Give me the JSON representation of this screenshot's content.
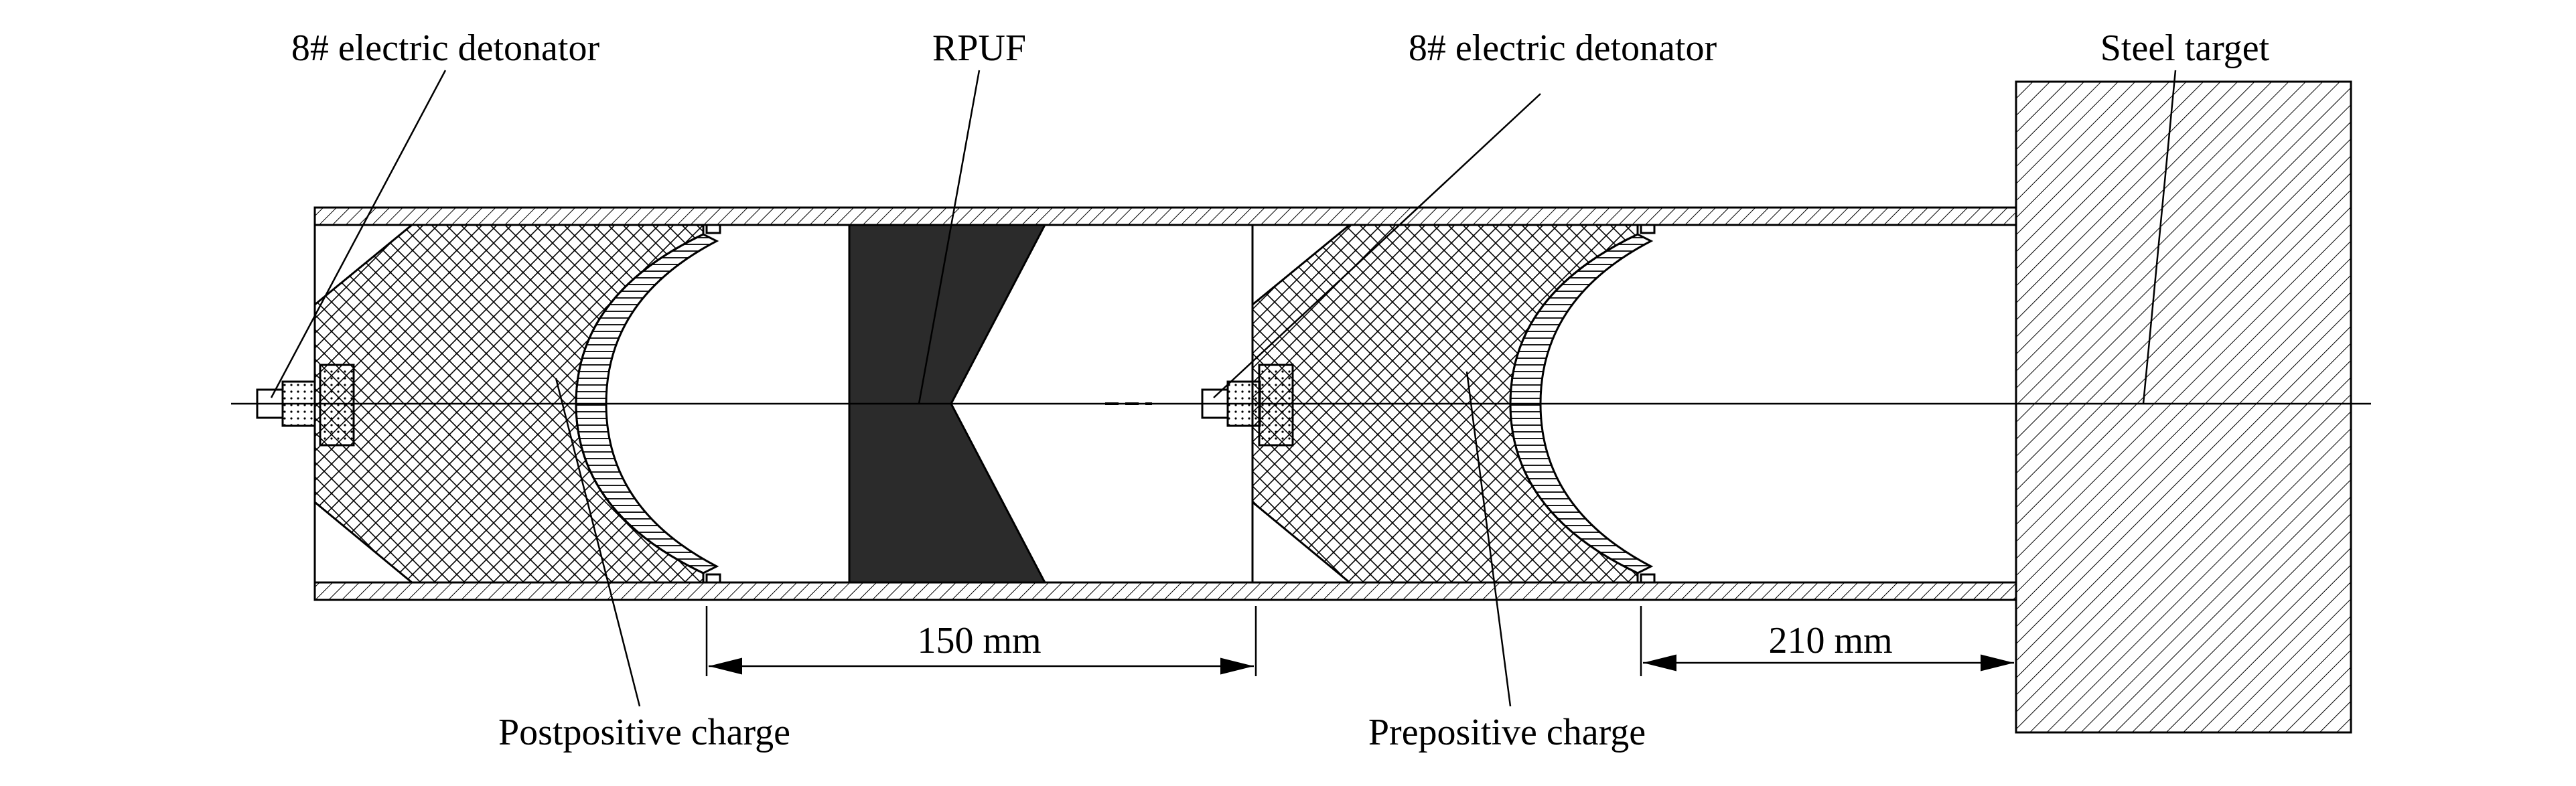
{
  "diagram": {
    "labels": {
      "detonator_left": "8# electric detonator",
      "rpuf": "RPUF",
      "detonator_right": "8# electric detonator",
      "steel_target": "Steel target",
      "postpositive_charge": "Postpositive charge",
      "prepositive_charge": "Prepositive charge"
    },
    "dimensions": {
      "spacing_between_charges": "150 mm",
      "standoff_to_target": "210 mm"
    },
    "colors": {
      "line": "#000000",
      "background": "#ffffff",
      "rpuf_fill": "#2b2b2b"
    }
  }
}
